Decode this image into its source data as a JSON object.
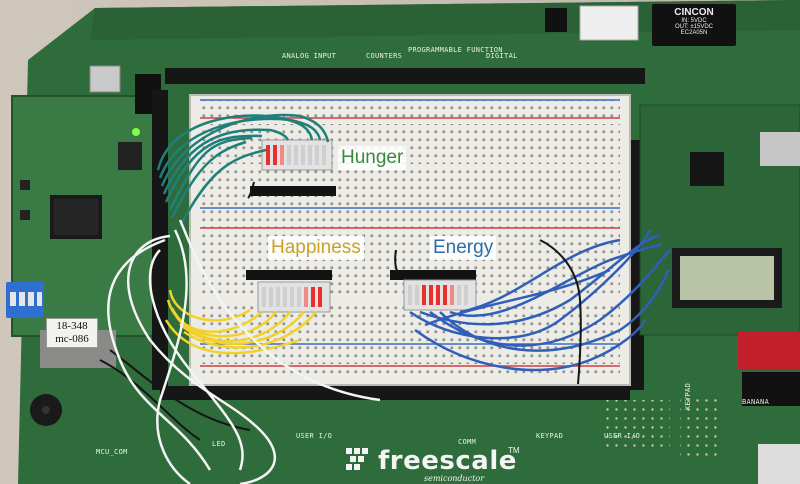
{
  "labels": {
    "hunger": {
      "text": "Hunger",
      "color": "#3a8a3a"
    },
    "happiness": {
      "text": "Happiness",
      "color": "#c9a227"
    },
    "energy": {
      "text": "Energy",
      "color": "#2e6da8"
    }
  },
  "board": {
    "brand": "freescale",
    "trademark": "TM",
    "brand_sub": "semiconductor",
    "tag_line1": "18-348",
    "tag_line2": "mc-086",
    "converter_brand": "CINCON",
    "converter_line1": "IN: 5VDC",
    "converter_line2": "OUT: ±15VDC",
    "converter_part": "EC2A05N"
  },
  "silkscreen": {
    "analog_input": "ANALOG INPUT",
    "counters": "COUNTERS",
    "programmable_function": "PROGRAMMABLE FUNCTION",
    "digital": "DIGITAL",
    "comm": "COMM",
    "keypad": "KEYPAD",
    "user_io_1": "USER I/O",
    "user_io_2": "USER I/O",
    "mcu_com": "MCU_COM",
    "led": "LED",
    "keypad_side": "KEYPAD",
    "banana": "BANANA"
  },
  "colors": {
    "pcb": "#2e6b3a",
    "breadboard": "#ecebe6",
    "wire_blue": "#2f5fb8",
    "wire_teal": "#1f7f7a",
    "wire_yellow": "#f2d22a",
    "wire_white": "#f4f4f4",
    "led_on": "#e8302c"
  }
}
